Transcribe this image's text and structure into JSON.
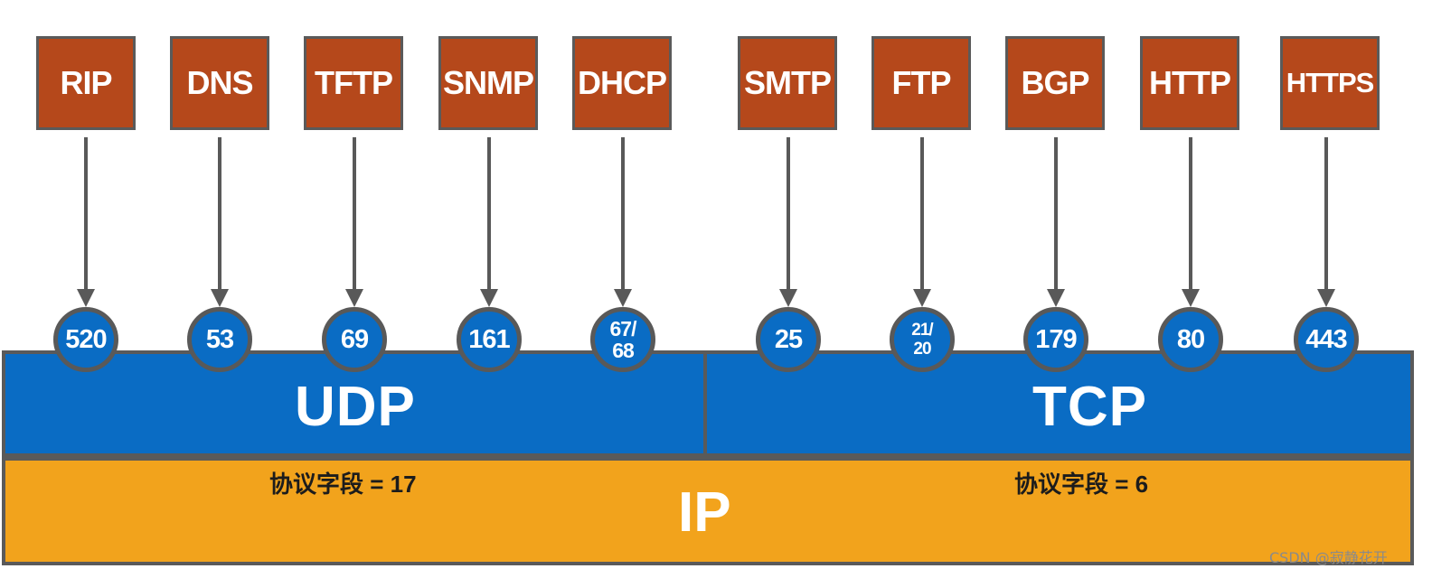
{
  "protocols": [
    {
      "name": "RIP",
      "port": "520"
    },
    {
      "name": "DNS",
      "port": "53"
    },
    {
      "name": "TFTP",
      "port": "69"
    },
    {
      "name": "SNMP",
      "port": "161"
    },
    {
      "name": "DHCP",
      "port": "67/\n68"
    },
    {
      "name": "SMTP",
      "port": "25"
    },
    {
      "name": "FTP",
      "port": "21/\n20"
    },
    {
      "name": "BGP",
      "port": "179"
    },
    {
      "name": "HTTP",
      "port": "80"
    },
    {
      "name": "HTTPS",
      "port": "443"
    }
  ],
  "transport": {
    "udp_label": "UDP",
    "tcp_label": "TCP"
  },
  "network": {
    "ip_label": "IP",
    "udp_protocol_field": "协议字段 = 17",
    "tcp_protocol_field": "协议字段 = 6"
  },
  "watermark": "CSDN @寂静花开",
  "colors": {
    "app_box": "#b5481b",
    "transport": "#0a6cc4",
    "ip": "#f2a31c",
    "border": "#5a5a5a"
  }
}
